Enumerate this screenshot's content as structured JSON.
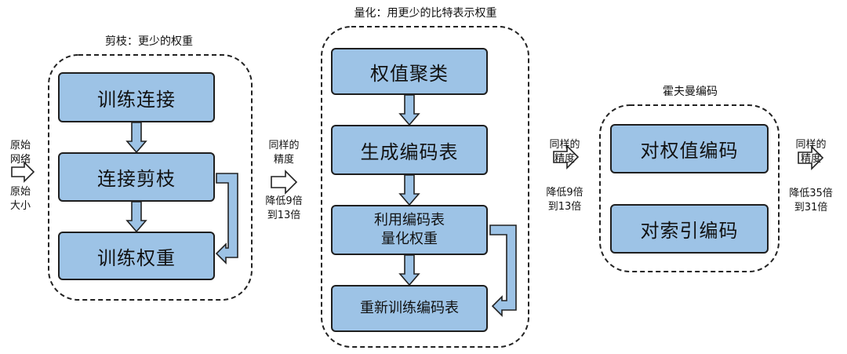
{
  "input": {
    "line1": "原始",
    "line2": "网络",
    "line3": "原始",
    "line4": "大小"
  },
  "stage_pruning": {
    "title": "剪枝：更少的权重",
    "boxes": [
      "训练连接",
      "连接剪枝",
      "训练权重"
    ]
  },
  "stage_quant": {
    "title": "量化：用更少的比特表示权重",
    "boxes": [
      "权值聚类",
      "生成编码表",
      "利用编码表",
      "量化权重",
      "重新训练编码表"
    ]
  },
  "stage_huffman": {
    "title": "霍夫曼编码",
    "boxes": [
      "对权值编码",
      "对索引编码"
    ]
  },
  "transitions": [
    {
      "l1": "同样的",
      "l2": "精度",
      "l3": "降低9倍",
      "l4": "到13倍"
    },
    {
      "l1": "同样的",
      "l2": "精度",
      "l3": "降低9倍",
      "l4": "到13倍"
    },
    {
      "l1": "同样的",
      "l2": "精度",
      "l3": "降低35倍",
      "l4": "到31倍"
    }
  ],
  "colors": {
    "box_fill": "#9dc3e6",
    "border": "#1f1f1f"
  }
}
